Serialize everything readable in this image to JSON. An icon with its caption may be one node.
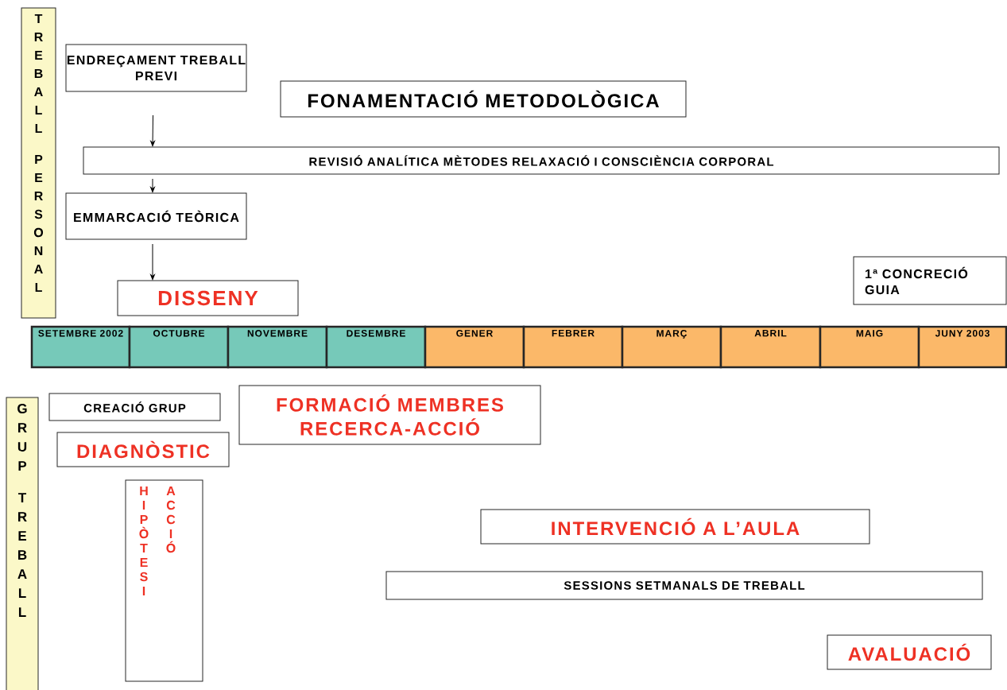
{
  "diagram": {
    "nodes": [
      {
        "text": [
          "TREBALL PERSONAL"
        ]
      },
      {
        "text": [
          "ENDREÇAMENT TREBALL PREVI"
        ]
      },
      {
        "text": [
          "FONAMENTACIÓ METODOLÒGICA"
        ]
      },
      {
        "text": [
          "REVISIÓ ANALÍTICA MÈTODES RELAXACIÓ I CONSCIÈNCIA CORPORAL"
        ]
      },
      {
        "text": [
          "EMMARCACIÓ TEÒRICA"
        ]
      },
      {
        "text": [
          "DISSENY"
        ]
      },
      {
        "text": [
          "1ª CONCRECIÓ GUIA"
        ]
      },
      {
        "text": [
          "SETEMBRE 2002"
        ]
      },
      {
        "text": [
          "OCTUBRE"
        ]
      },
      {
        "text": [
          "NOVEMBRE"
        ]
      },
      {
        "text": [
          "DESEMBRE"
        ]
      },
      {
        "text": [
          "GENER"
        ]
      },
      {
        "text": [
          "FEBRER"
        ]
      },
      {
        "text": [
          "MARÇ"
        ]
      },
      {
        "text": [
          "ABRIL"
        ]
      },
      {
        "text": [
          "MAIG"
        ]
      },
      {
        "text": [
          "JUNY 2003"
        ]
      },
      {
        "text": [
          "GRUP TREBALL"
        ]
      },
      {
        "text": [
          "CREACIÓ GRUP"
        ]
      },
      {
        "text": [
          "FORMACIÓ MEMBRES RECERCA-ACCIÓ"
        ]
      },
      {
        "text": [
          "DIAGNÒSTIC"
        ]
      },
      {
        "text": [
          "HIPÒTESI",
          "ACCIÓ"
        ]
      },
      {
        "text": [
          "INTERVENCIÓ A L’AULA"
        ]
      },
      {
        "text": [
          "SESSIONS SETMANALS DE TREBALL"
        ]
      },
      {
        "text": [
          "AVALUACIÓ"
        ]
      }
    ],
    "edges": [
      {
        "from": 1,
        "to": 3,
        "arrow": "to"
      },
      {
        "from": 3,
        "to": 4,
        "arrow": "to"
      },
      {
        "from": 4,
        "to": 5,
        "arrow": "to"
      }
    ]
  }
}
